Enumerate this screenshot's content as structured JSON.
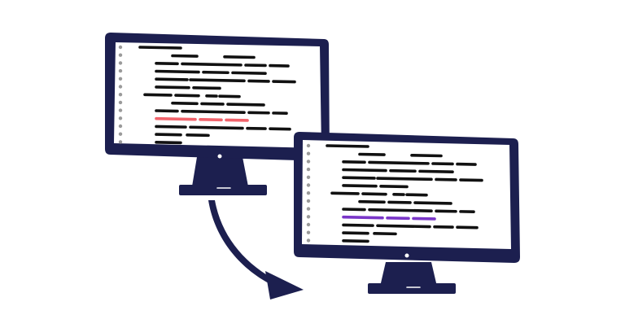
{
  "colors": {
    "frame": "#1c1f4f",
    "screen": "#ffffff",
    "code": "#111111",
    "line_number": "#9a9a9a",
    "highlight_before": "#f1636b",
    "highlight_after": "#7a36c8",
    "arrow": "#1c1f4f"
  },
  "illustration": {
    "left_monitor": {
      "highlighted_line": 9,
      "highlight_color_key": "highlight_before"
    },
    "right_monitor": {
      "highlighted_line": 9,
      "highlight_color_key": "highlight_after"
    },
    "arrow": {
      "direction": "left-monitor-to-right-monitor",
      "icon": "curved-arrow-icon"
    }
  }
}
